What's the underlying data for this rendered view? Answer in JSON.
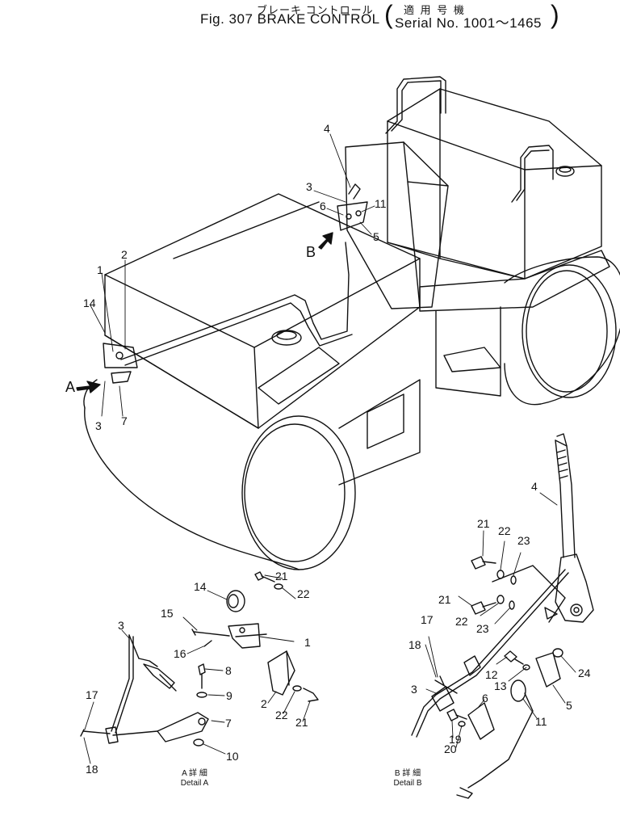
{
  "header": {
    "title_jp": "ブレーキ コントロール",
    "applicable_jp": "適 用 号 機",
    "title_en": "Fig. 307  BRAKE CONTROL",
    "serial": "Serial No. 1001～1465"
  },
  "callouts": {
    "main": {
      "n1": "1",
      "n2": "2",
      "n14": "14",
      "n3": "3",
      "n7": "7",
      "n4": "4",
      "n3b": "3",
      "n6": "6",
      "n11": "11",
      "n5": "5",
      "A": "A",
      "B": "B"
    },
    "detail_a": {
      "n14": "14",
      "n21": "21",
      "n22": "22",
      "n15": "15",
      "n1": "1",
      "n16": "16",
      "n3": "3",
      "n8": "8",
      "n9": "9",
      "n17": "17",
      "n7": "7",
      "n18": "18",
      "n10": "10",
      "n2": "2",
      "n22b": "22",
      "n21b": "21"
    },
    "detail_b": {
      "n4": "4",
      "n21": "21",
      "n22": "22",
      "n23": "23",
      "n21b": "21",
      "n22b": "22",
      "n23b": "23",
      "n17": "17",
      "n18": "18",
      "n12": "12",
      "n24": "24",
      "n3": "3",
      "n13": "13",
      "n5": "5",
      "n6": "6",
      "n11": "11",
      "n19": "19",
      "n20": "20"
    }
  },
  "captions": {
    "detail_a_jp": "A 詳 細",
    "detail_a_en": "Detail A",
    "detail_b_jp": "B 詳 細",
    "detail_b_en": "Detail B"
  }
}
